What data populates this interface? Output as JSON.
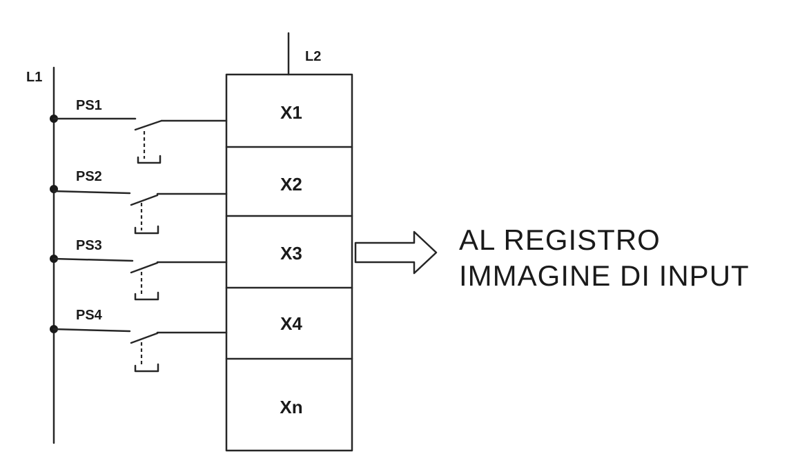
{
  "rails": {
    "left": "L1",
    "top": "L2"
  },
  "switches": [
    {
      "label": "PS1"
    },
    {
      "label": "PS2"
    },
    {
      "label": "PS3"
    },
    {
      "label": "PS4"
    }
  ],
  "module_cells": [
    "X1",
    "X2",
    "X3",
    "X4",
    "Xn"
  ],
  "output": {
    "line1": "AL REGISTRO",
    "line2": "IMMAGINE DI INPUT"
  }
}
